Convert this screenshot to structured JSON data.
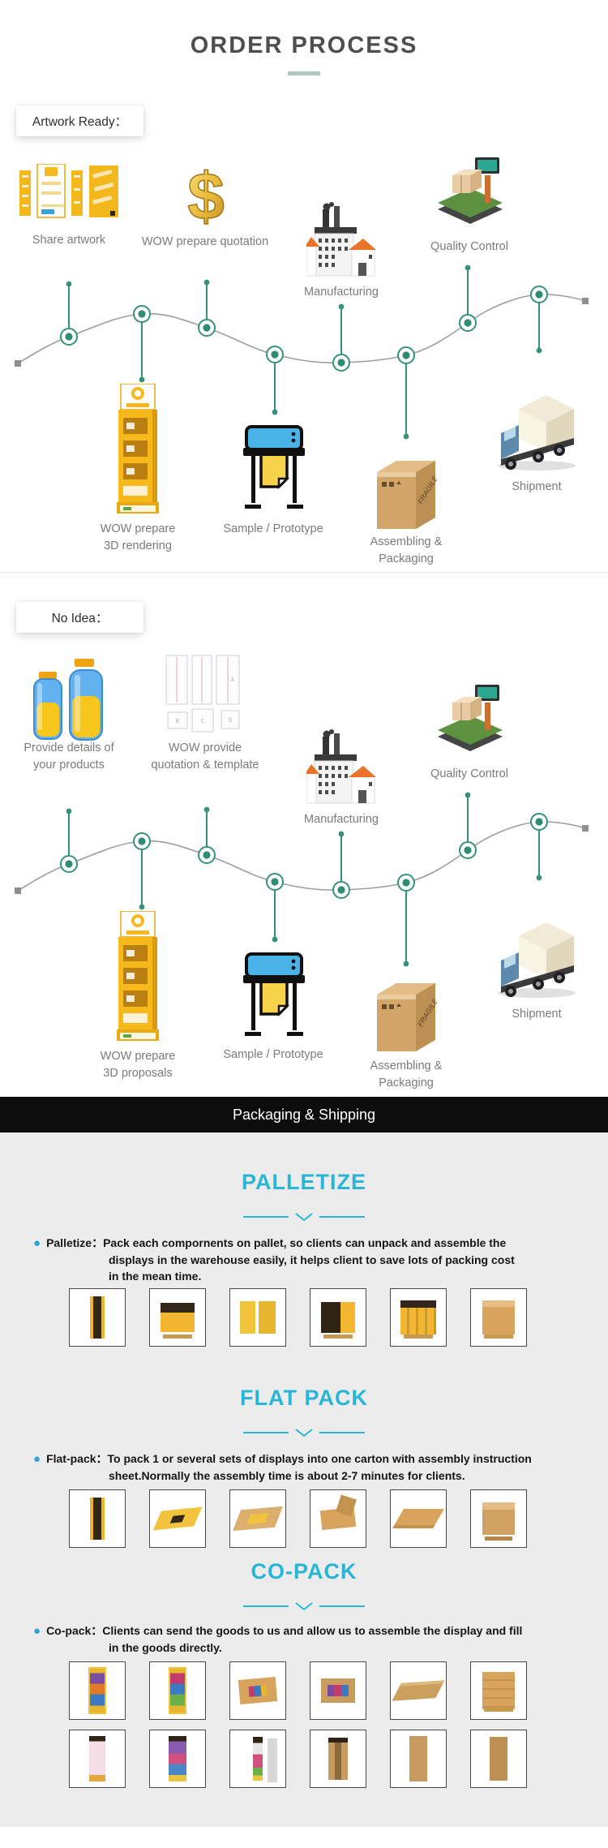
{
  "title": "ORDER PROCESS",
  "flow1": {
    "tag": "Artwork Ready：",
    "steps": {
      "share_artwork": [
        "Share artwork"
      ],
      "quotation": [
        "WOW prepare quotation"
      ],
      "manufacturing": [
        "Manufacturing"
      ],
      "quality_control": [
        "Quality Control"
      ],
      "rendering": [
        "WOW prepare",
        "3D rendering"
      ],
      "sample": [
        "Sample / Prototype"
      ],
      "assembling": [
        "Assembling &",
        "Packaging"
      ],
      "shipment": [
        "Shipment"
      ]
    }
  },
  "flow2": {
    "tag": "No Idea：",
    "steps": {
      "details": [
        "Provide details of",
        "your products"
      ],
      "quotation_template": [
        "WOW provide",
        "quotation & template"
      ],
      "manufacturing": [
        "Manufacturing"
      ],
      "quality_control": [
        "Quality Control"
      ],
      "proposals": [
        "WOW prepare",
        "3D proposals"
      ],
      "sample": [
        "Sample / Prototype"
      ],
      "assembling": [
        "Assembling &",
        "Packaging"
      ],
      "shipment": [
        "Shipment"
      ]
    }
  },
  "banner": {
    "title": "Packaging & Shipping"
  },
  "sections": {
    "palletize": {
      "heading": "PALLETIZE",
      "bullet_label": "Palletize：",
      "lines": [
        "Pack each compornents on pallet, so clients can unpack and assemble the",
        "displays in the warehouse easily, it helps client to save lots of packing cost",
        "in the mean time."
      ],
      "thumbs": [
        "display-tower",
        "wrapped-pallet",
        "yellow-boxes",
        "black-wrap-pallet",
        "slotted-pallet",
        "carton-pallet"
      ]
    },
    "flatpack": {
      "heading": "FLAT PACK",
      "bullet_label": "Flat-pack：",
      "lines": [
        "To pack 1 or several sets of displays into one carton with assembly instruction",
        "sheet.Normally the assembly time is about 2-7 minutes for clients."
      ],
      "thumbs": [
        "display-tower2",
        "flat-pack",
        "flat-open",
        "folding-carton",
        "flat-sheet",
        "carton-box"
      ]
    },
    "copack": {
      "heading": "CO-PACK",
      "bullet_label": "Co-pack：",
      "lines": [
        "Clients can send the goods to us and allow us to  assemble the display and fill",
        "in the goods directly."
      ],
      "thumbs_row1": [
        "filled-display",
        "filled-display2",
        "tray-products",
        "open-carton-products",
        "long-carton",
        "drawer-stack"
      ],
      "thumbs_row2": [
        "tower-pink",
        "tower-color",
        "tower-pair",
        "tower-carton-open",
        "tower-carton",
        "tower-carton2"
      ]
    }
  },
  "icons": {
    "dollar_glyph": "$",
    "fragile_text": "FRAGILE",
    "template_letters": [
      "A",
      "B",
      "C",
      "D"
    ]
  },
  "colors": {
    "teal_node": "#2e8b74",
    "teal_line": "#36917b",
    "wave_gray": "#9e9e9e",
    "cyan_heading": "#29b6d6",
    "bullet_blue": "#2aa3d8",
    "banner_bg": "#0d0d0d",
    "section_bg": "#ececec",
    "title_underline": "#b0c6be"
  }
}
